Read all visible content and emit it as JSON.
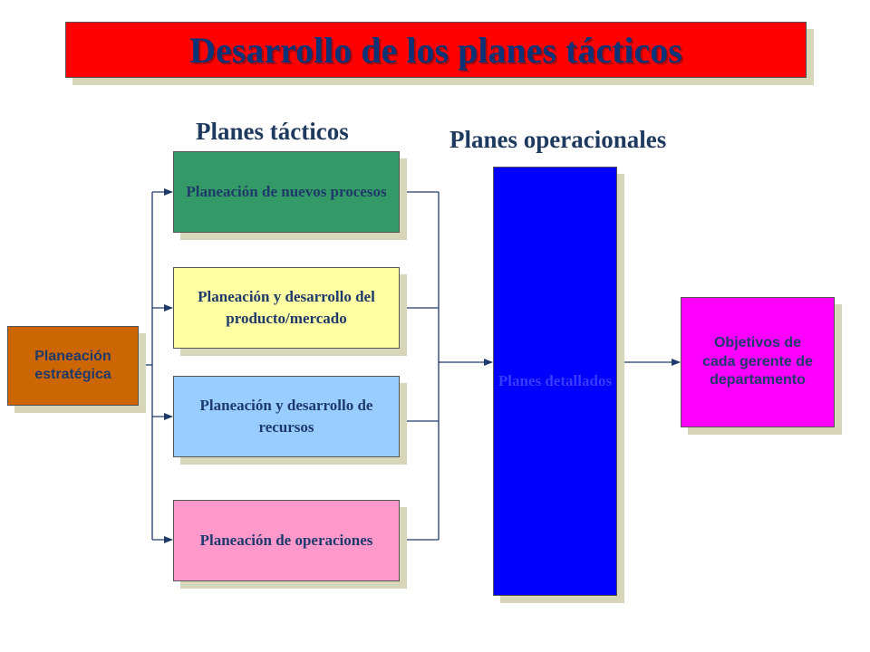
{
  "title": "Desarrollo de los planes tácticos",
  "headings": {
    "tactical": "Planes tácticos",
    "operational": "Planes operacionales"
  },
  "boxes": {
    "strategic": "Planeación estratégica",
    "new_processes": "Planeación de nuevos procesos",
    "product_market": "Planeación y desarrollo del producto/mercado",
    "resources": "Planeación y desarrollo de recursos",
    "operations": "Planeación de operaciones",
    "detailed_plans": "Planes detallados",
    "objectives": "Objetivos de cada gerente de departamento"
  },
  "colors": {
    "banner": "#ff0000",
    "strategic": "#cc6600",
    "new_processes": "#339966",
    "product_market": "#ffffa3",
    "resources": "#99ccff",
    "operations": "#ff99cc",
    "detailed_plans": "#0000ff",
    "objectives": "#ff00ff",
    "connector": "#1e3a6b"
  }
}
